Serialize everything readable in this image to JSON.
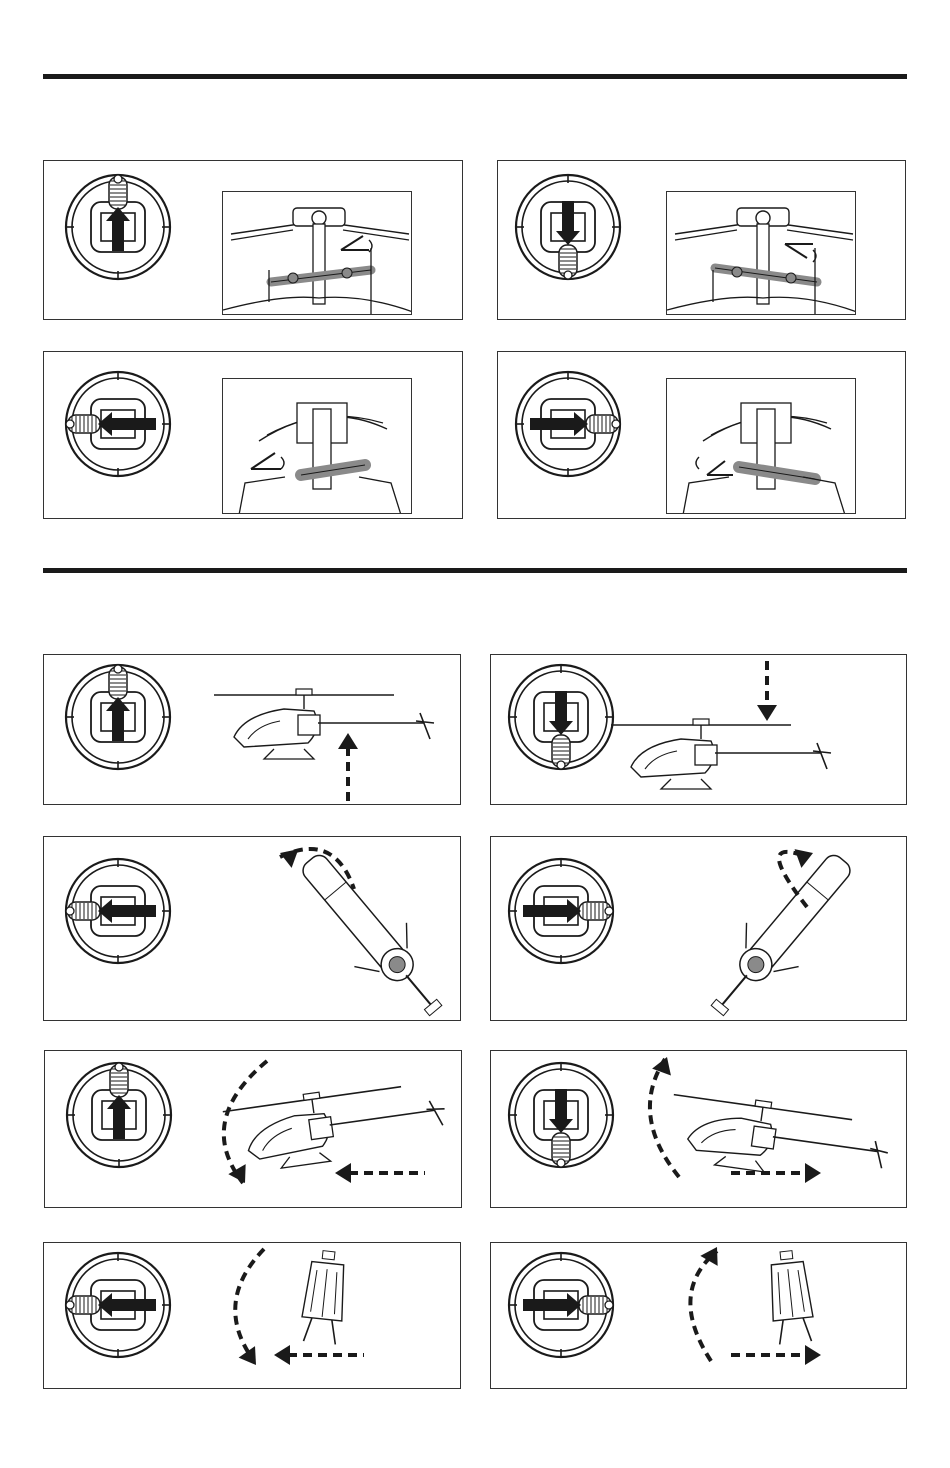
{
  "colors": {
    "ink": "#1a1a1a",
    "line": "#333333",
    "fill": "#8a8a8a",
    "paper": "#ffffff"
  },
  "sections": [
    {
      "name": "swashplate-section",
      "panels": [
        {
          "id": "p1",
          "stick": "up",
          "scene": "swash-up"
        },
        {
          "id": "p2",
          "stick": "down",
          "scene": "swash-down"
        },
        {
          "id": "p3",
          "stick": "left",
          "scene": "swash-left"
        },
        {
          "id": "p4",
          "stick": "right",
          "scene": "swash-right"
        }
      ]
    },
    {
      "name": "flight-section",
      "panels": [
        {
          "id": "p5",
          "stick": "up",
          "scene": "climb"
        },
        {
          "id": "p6",
          "stick": "down",
          "scene": "descend"
        },
        {
          "id": "p7",
          "stick": "left",
          "scene": "yaw-left"
        },
        {
          "id": "p8",
          "stick": "right",
          "scene": "yaw-right"
        },
        {
          "id": "p9",
          "stick": "up",
          "scene": "pitch-forward"
        },
        {
          "id": "p10",
          "stick": "down",
          "scene": "pitch-back"
        },
        {
          "id": "p11",
          "stick": "left",
          "scene": "roll-left"
        },
        {
          "id": "p12",
          "stick": "right",
          "scene": "roll-right"
        }
      ]
    }
  ]
}
